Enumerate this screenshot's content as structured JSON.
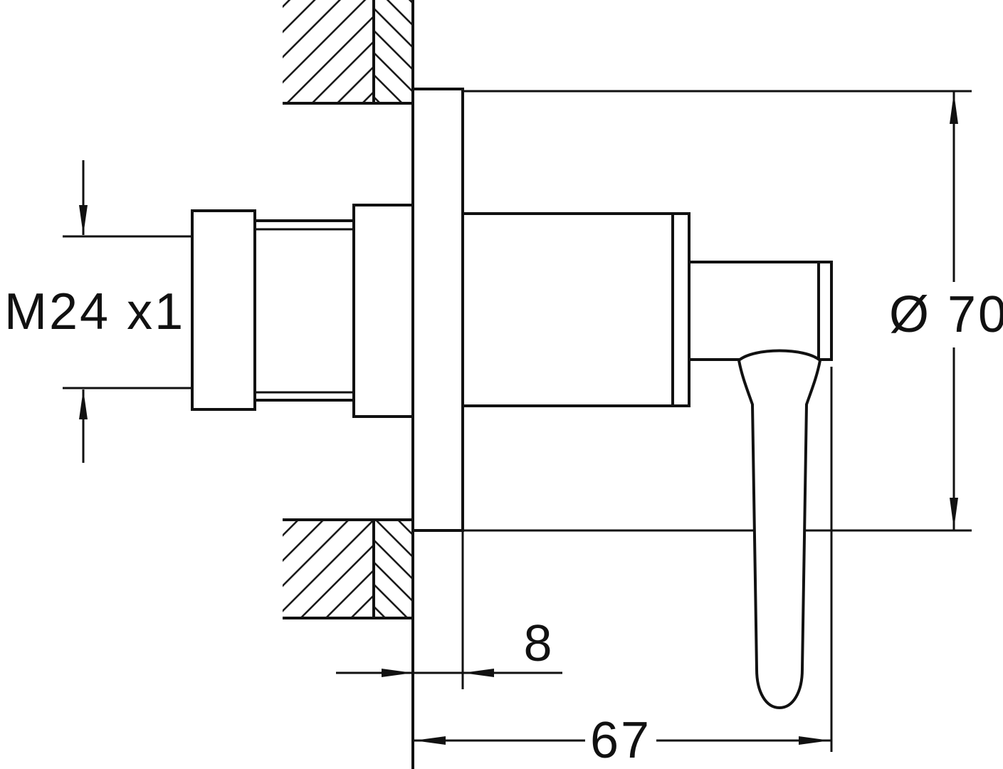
{
  "drawing": {
    "background_color": "#ffffff",
    "line_color": "#111111",
    "labels": {
      "thread_size": "M24 x1",
      "diameter": "Ø 70",
      "depth": "8",
      "projection": "67"
    }
  }
}
